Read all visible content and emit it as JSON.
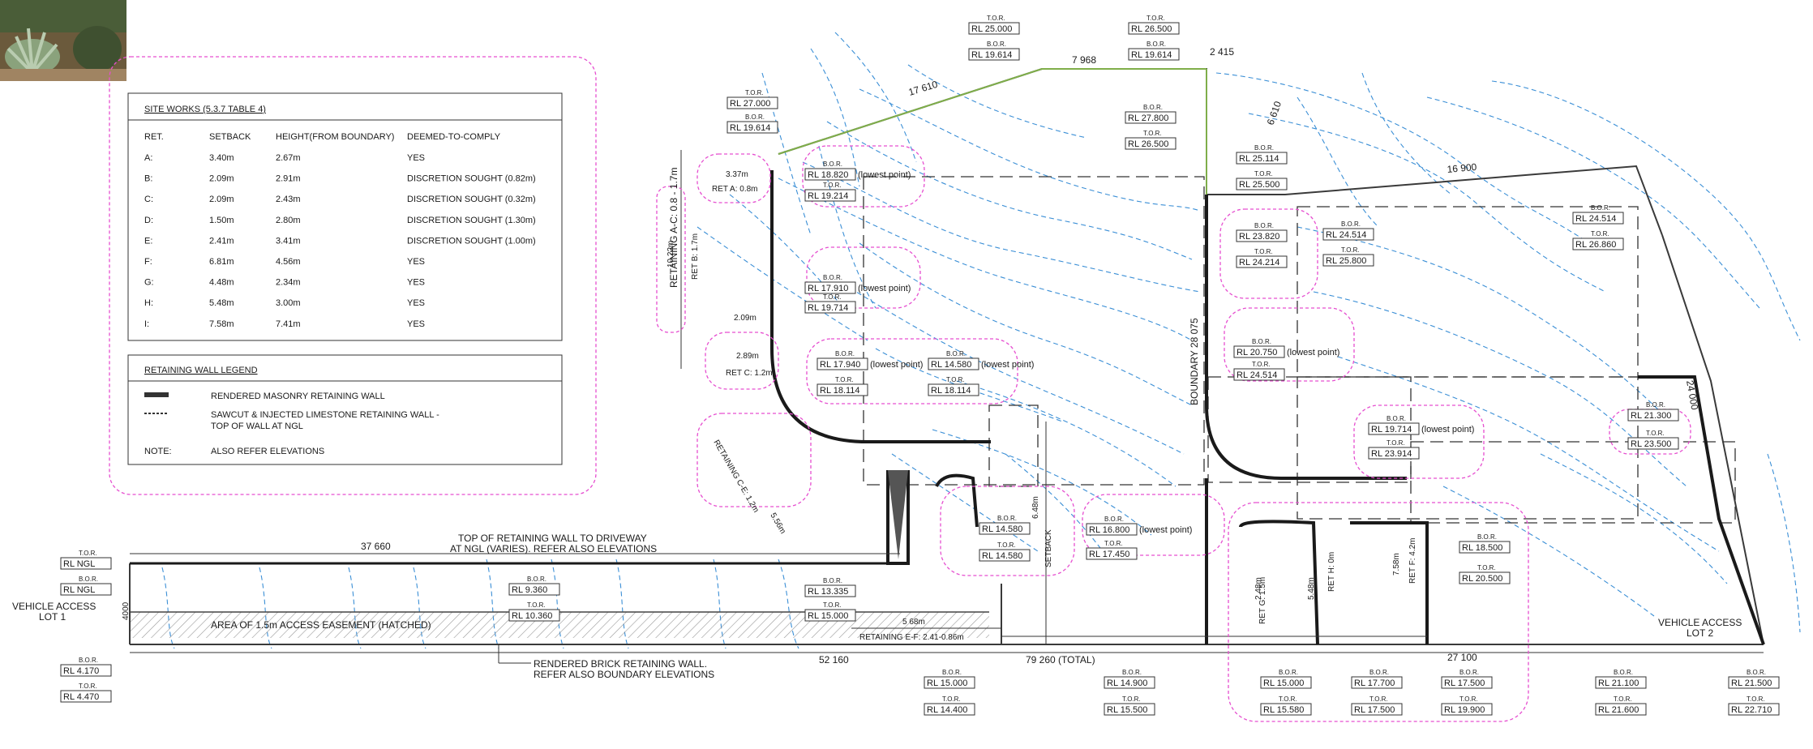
{
  "table": {
    "title": "SITE WORKS (5.3.7 TABLE 4)",
    "headers": [
      "RET.",
      "SETBACK",
      "HEIGHT(FROM BOUNDARY)",
      "DEEMED-TO-COMPLY"
    ],
    "rows": [
      [
        "A:",
        "3.40m",
        "2.67m",
        "YES"
      ],
      [
        "B:",
        "2.09m",
        "2.91m",
        "DISCRETION SOUGHT (0.82m)"
      ],
      [
        "C:",
        "2.09m",
        "2.43m",
        "DISCRETION SOUGHT (0.32m)"
      ],
      [
        "D:",
        "1.50m",
        "2.80m",
        "DISCRETION SOUGHT (1.30m)"
      ],
      [
        "E:",
        "2.41m",
        "3.41m",
        "DISCRETION SOUGHT (1.00m)"
      ],
      [
        "F:",
        "6.81m",
        "4.56m",
        "YES"
      ],
      [
        "G:",
        "4.48m",
        "2.34m",
        "YES"
      ],
      [
        "H:",
        "5.48m",
        "3.00m",
        "YES"
      ],
      [
        "I:",
        "7.58m",
        "7.41m",
        "YES"
      ]
    ]
  },
  "legend": {
    "title": "RETAINING WALL LEGEND",
    "item1": "RENDERED MASONRY RETAINING WALL",
    "item2a": "SAWCUT & INJECTED LIMESTONE RETAINING WALL -",
    "item2b": "TOP OF WALL AT NGL",
    "note_label": "NOTE:",
    "note_text": "ALSO REFER ELEVATIONS"
  },
  "labels": {
    "driveway_top1": "TOP OF RETAINING WALL TO DRIVEWAY",
    "driveway_top2": "AT NGL (VARIES). REFER ALSO ELEVATIONS",
    "easement": "AREA OF 1.5m ACCESS EASEMENT (HATCHED)",
    "brick_wall1": "RENDERED BRICK RETAINING WALL.",
    "brick_wall2": "REFER ALSO BOUNDARY ELEVATIONS",
    "vehicle_access_1a": "VEHICLE ACCESS",
    "vehicle_access_1b": "LOT 1",
    "vehicle_access_2a": "VEHICLE ACCESS",
    "vehicle_access_2b": "LOT 2",
    "boundary": "BOUNDARY 28 075",
    "setback": "SETBACK",
    "ret_ef": "RETAINING E-F: 2.41-0.86m",
    "ret_ac": "RETAINING A-C: 0.8 - 1.7m",
    "ret_ce": "RETAINING C-E: 1.2m",
    "ret_a": "RET A: 0.8m",
    "ret_b": "RET B: 1.7m",
    "ret_c": "RET C: 1.2m",
    "ret_f": "RET F: 4.2m",
    "ret_g": "RET G: 1.5m",
    "ret_h": "RET H: 0m",
    "lowest_point": "(lowest point)",
    "tor": "T.O.R.",
    "bor": "B.O.R."
  },
  "dims": {
    "d37660": "37 660",
    "d52160": "52 160",
    "d79260": "79 260 (TOTAL)",
    "d27100": "27 100",
    "d17610": "17 610",
    "d7968": "7 968",
    "d2415": "2 415",
    "d16900": "16 900",
    "d24000": "24 000",
    "d6610": "6 610",
    "d5680": "5 68m",
    "d1022": "10.22m",
    "d337": "3.37m",
    "d209": "2.09m",
    "d289": "2.89m",
    "d556": "5.56m",
    "d4000": "4000",
    "d248": "2.48m",
    "d548": "5.48m",
    "d758": "7.58m",
    "d648": "6.48m"
  },
  "rl": {
    "r25000": "RL 25.000",
    "r19614a": "RL 19.614",
    "r26500a": "RL 26.500",
    "r19614b": "RL 19.614",
    "r27000": "RL 27.000",
    "r19614c": "RL 19.614",
    "r27800": "RL 27.800",
    "r26500b": "RL 26.500",
    "r25114": "RL 25.114",
    "r25500": "RL 25.500",
    "r18820": "RL 18.820",
    "r19214": "RL 19.214",
    "r17910": "RL 17.910",
    "r19714": "RL 19.714",
    "r17940": "RL 17.940",
    "r18114a": "RL 18.114",
    "r14580a": "RL 14.580",
    "r18114b": "RL 18.114",
    "r23820": "RL 23.820",
    "r24214": "RL 24.214",
    "r24514a": "RL 24.514",
    "r25800": "RL 25.800",
    "r20750": "RL 20.750",
    "r24514b": "RL 24.514",
    "r24514c": "RL 24.514",
    "r26860": "RL 26.860",
    "r19714b": "RL 19.714",
    "r23914": "RL 23.914",
    "r21300": "RL 21.300",
    "r23500": "RL 23.500",
    "r16800": "RL 16.800",
    "r17450": "RL 17.450",
    "r14580b": "RL 14.580",
    "r14580c": "RL 14.580",
    "r18500": "RL 18.500",
    "r20500": "RL 20.500",
    "r9360": "RL 9.360",
    "r10360": "RL 10.360",
    "r13335": "RL 13.335",
    "r15000": "RL 15.000",
    "rNGL1": "RL NGL",
    "rNGL2": "RL NGL",
    "r4170": "RL 4.170",
    "r4470": "RL 4.470",
    "r15000b": "RL 15.000",
    "r14400": "RL 14.400",
    "r14900": "RL 14.900",
    "r15500": "RL 15.500",
    "r15000c": "RL 15.000",
    "r15580": "RL 15.580",
    "r17700": "RL 17.700",
    "r17500": "RL 17.500",
    "r17500b": "RL 17.500",
    "r19900": "RL 19.900",
    "r21100": "RL 21.100",
    "r21600": "RL 21.600",
    "r21500": "RL 21.500",
    "r22710": "RL 22.710"
  },
  "colors": {
    "contour": "#3b8fd6",
    "cloud": "#e64fd0",
    "wall": "#1a1a1a",
    "boundary_green": "#7fae4a"
  }
}
